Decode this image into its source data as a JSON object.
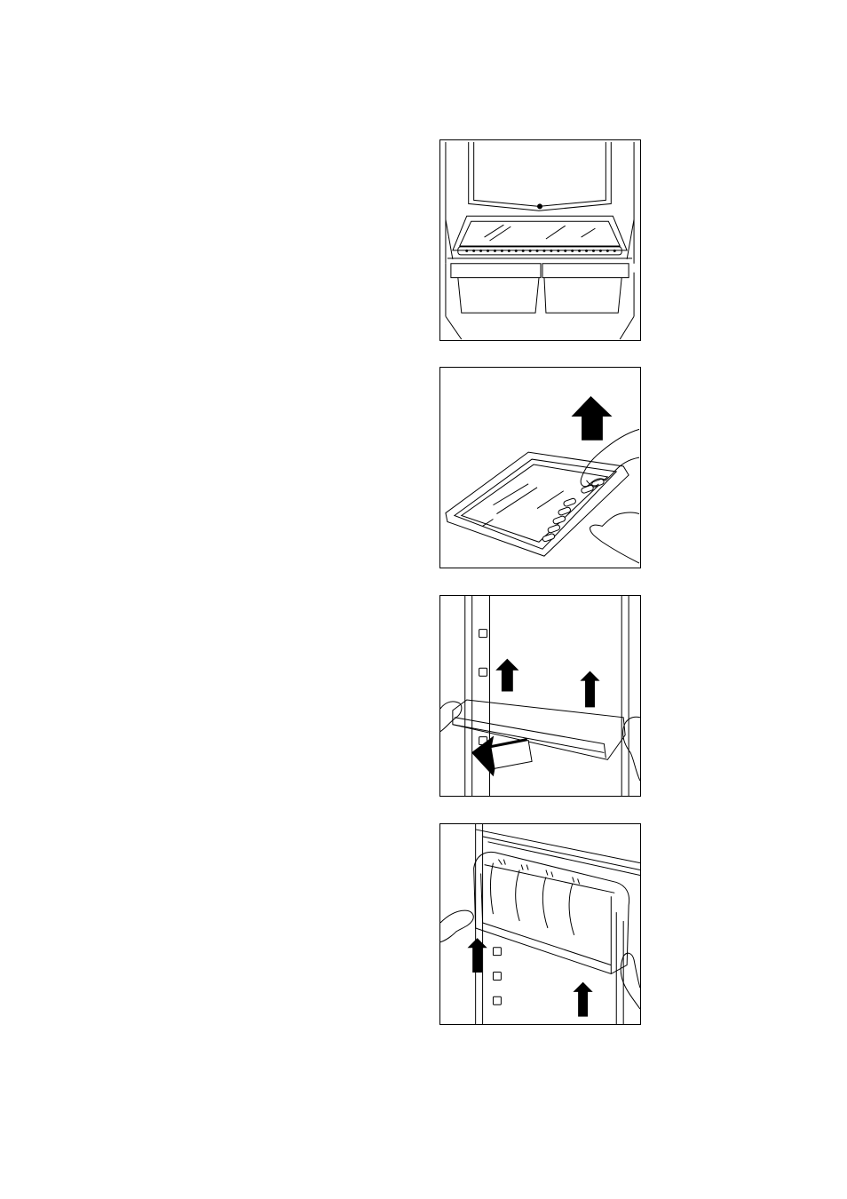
{
  "figures": [
    {
      "id": "fig1",
      "icon": "crisper-cover-glass-shelf-illustration"
    },
    {
      "id": "fig2",
      "icon": "lift-glass-shelf-out-illustration"
    },
    {
      "id": "fig3",
      "icon": "remove-door-shelf-illustration"
    },
    {
      "id": "fig4",
      "icon": "remove-door-balcony-illustration"
    }
  ],
  "colors": {
    "line": "#000000",
    "paper": "#ffffff"
  }
}
